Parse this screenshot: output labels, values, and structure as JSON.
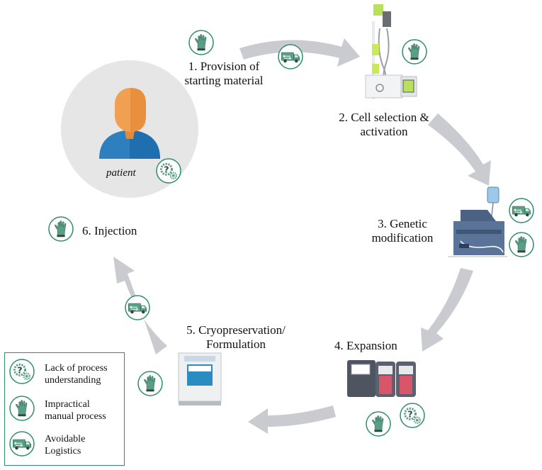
{
  "patient": {
    "label": "patient"
  },
  "steps": {
    "s1": [
      "1. Provision of",
      "starting material"
    ],
    "s2": [
      "2. Cell selection &",
      "activation"
    ],
    "s3": [
      "3. Genetic",
      "modification"
    ],
    "s4": [
      "4. Expansion"
    ],
    "s5": [
      "5. Cryopreservation/",
      "Formulation"
    ],
    "s6": [
      "6. Injection"
    ]
  },
  "legend": {
    "process": [
      "Lack of process",
      "understanding"
    ],
    "manual": [
      "Impractical",
      "manual process"
    ],
    "logistics": [
      "Avoidable",
      "Logistics"
    ]
  },
  "colors": {
    "badge_ring": "#2f8f6a",
    "glove": "#5a9e86",
    "arrow": "#c9cbd0",
    "patient_circle": "#e6e6e7",
    "head": "#f0a050",
    "body": "#2d7fc0"
  },
  "icons": [
    "gears-question-icon",
    "glove-icon",
    "truck-icon"
  ]
}
